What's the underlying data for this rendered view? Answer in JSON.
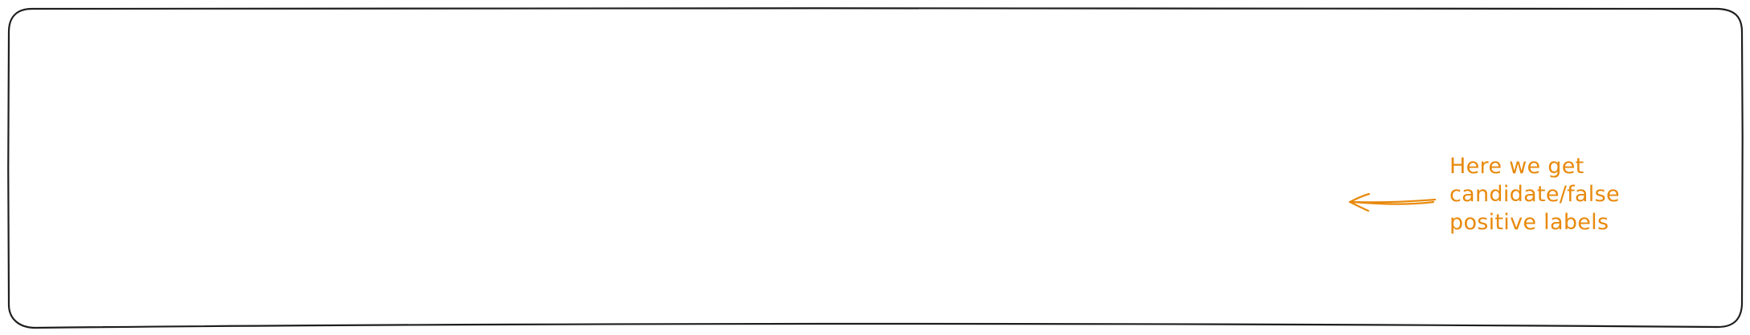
{
  "annotation": {
    "lines": [
      "Here we get",
      "candidate/false",
      "positive labels"
    ]
  },
  "colors": {
    "accent": "#e8890c",
    "frame_stroke": "#1e1e1e",
    "background": "#ffffff"
  },
  "icons": {
    "arrow": "arrow-left-icon"
  }
}
